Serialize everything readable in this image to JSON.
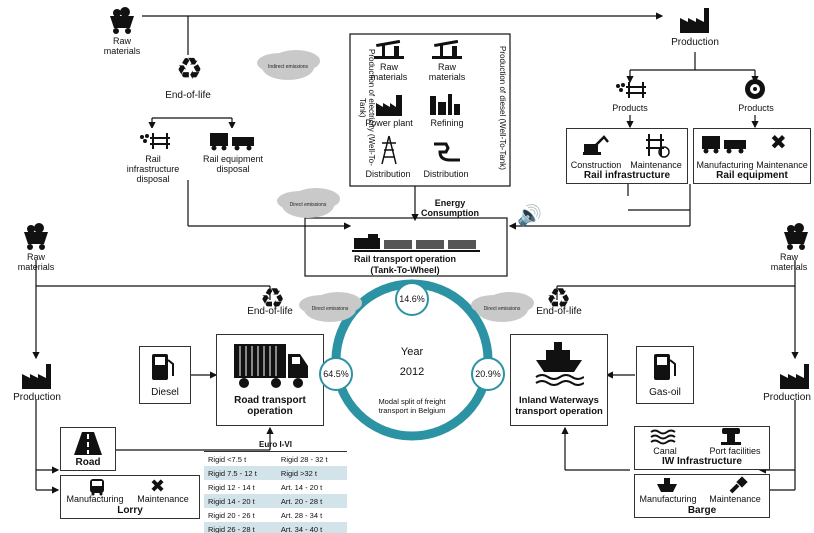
{
  "top_left": {
    "raw_materials": "Raw materials",
    "end_of_life": "End-of-life",
    "rail_infra_disposal": "Rail infrastructure disposal",
    "rail_equip_disposal": "Rail equipment disposal"
  },
  "top_center": {
    "indirect_emissions": "Indirect emissions",
    "electricity_label": "Production of electricity (Well-To-Tank)",
    "diesel_label": "Production of diesel (Well-To-Tank)",
    "raw_materials_1": "Raw materials",
    "raw_materials_2": "Raw materials",
    "power_plant": "Power plant",
    "refining": "Refining",
    "distribution_1": "Distribution",
    "distribution_2": "Distribution",
    "energy_consumption": "Energy Consumption",
    "direct_emissions": "Direct emissions",
    "rail_operation": "Rail transport operation",
    "tank_to_wheel": "(Tank-To-Wheel)"
  },
  "top_right": {
    "production": "Production",
    "products_1": "Products",
    "products_2": "Products",
    "construction": "Construction",
    "maintenance_1": "Maintenance",
    "rail_infrastructure": "Rail infrastructure",
    "manufacturing": "Manufacturing",
    "maintenance_2": "Maintenance",
    "rail_equipment": "Rail equipment"
  },
  "left": {
    "raw_materials": "Raw materials",
    "production": "Production",
    "diesel": "Diesel",
    "end_of_life": "End-of-life",
    "direct_emissions": "Direct emissions",
    "road_operation": "Road transport operation",
    "road": "Road",
    "manufacturing": "Manufacturing",
    "maintenance": "Maintenance",
    "lorry": "Lorry"
  },
  "euro": {
    "header": "Euro I-VI",
    "rows": [
      [
        "Rigid <7.5 t",
        "Rigid 28 - 32 t"
      ],
      [
        "Rigid 7.5 - 12 t",
        "Rigid >32 t"
      ],
      [
        "Rigid 12 - 14 t",
        "Art. 14 - 20 t"
      ],
      [
        "Rigid 14 - 20 t",
        "Art. 20 - 28 t"
      ],
      [
        "Rigid 20 - 26 t",
        "Art. 28 - 34 t"
      ],
      [
        "Rigid 26 - 28 t",
        "Art. 34 - 40 t"
      ]
    ]
  },
  "center": {
    "pct_rail": "14.6%",
    "pct_road": "64.5%",
    "pct_iww": "20.9%",
    "year_label": "Year",
    "year": "2012",
    "caption": "Modal split of freight transport in Belgium"
  },
  "right": {
    "raw_materials": "Raw materials",
    "production": "Production",
    "gas_oil": "Gas-oil",
    "end_of_life": "End-of-life",
    "direct_emissions": "Direct emissions",
    "iww_operation": "Inland Waterways transport operation",
    "canal": "Canal",
    "port_facilities": "Port facilities",
    "iw_infrastructure": "IW Infrastructure",
    "manufacturing": "Manufacturing",
    "maintenance": "Maintenance",
    "barge": "Barge"
  },
  "colors": {
    "accent": "#2b93a3"
  }
}
